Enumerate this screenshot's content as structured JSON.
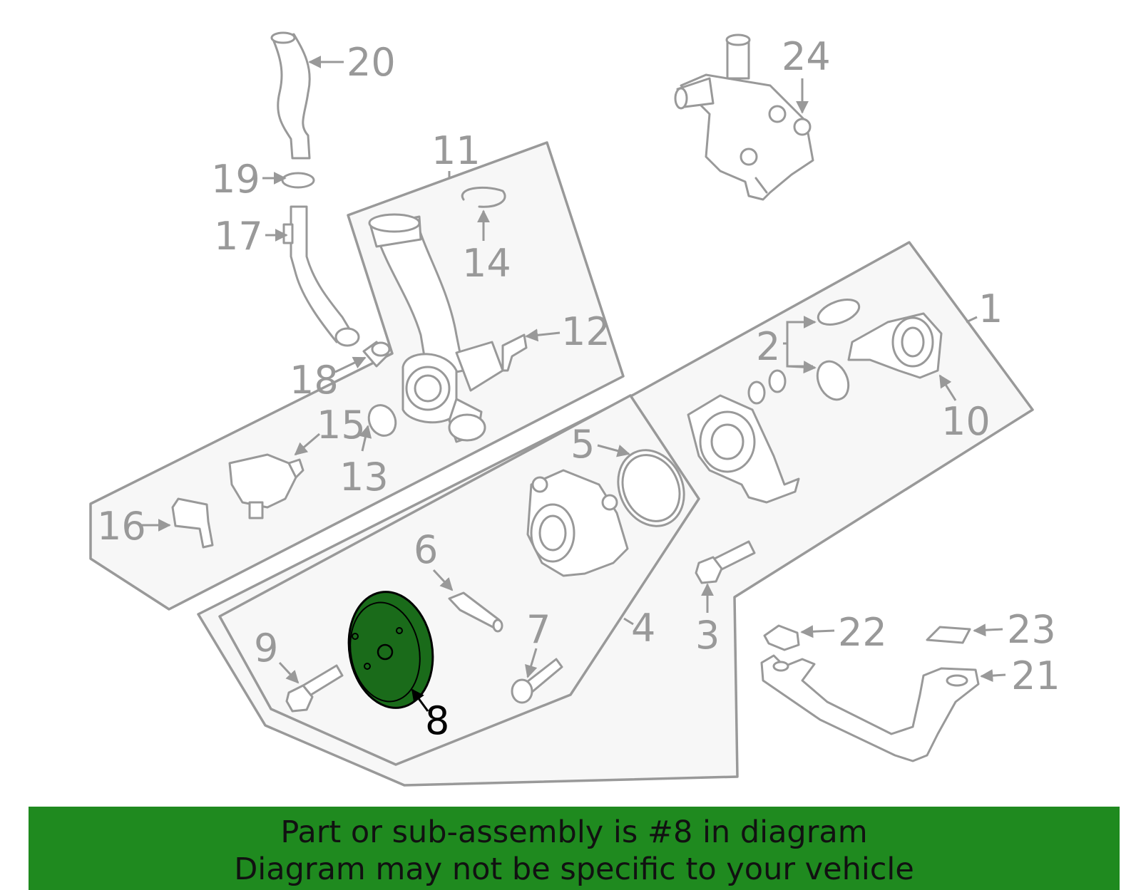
{
  "callouts": {
    "c1": "1",
    "c2": "2",
    "c3": "3",
    "c4": "4",
    "c5": "5",
    "c6": "6",
    "c7": "7",
    "c8": "8",
    "c9": "9",
    "c10": "10",
    "c11": "11",
    "c12": "12",
    "c13": "13",
    "c14": "14",
    "c15": "15",
    "c16": "16",
    "c17": "17",
    "c18": "18",
    "c19": "19",
    "c20": "20",
    "c21": "21",
    "c22": "22",
    "c23": "23",
    "c24": "24"
  },
  "highlighted_part": "8",
  "banner": {
    "line1": "Part or sub-assembly is #8 in diagram",
    "line2": "Diagram may not be specific to your vehicle"
  },
  "colors": {
    "highlight_fill": "#1a6b1a",
    "banner_background": "#1f8a1f",
    "line_gray": "#999999",
    "panel_fill": "#f7f7f7"
  }
}
